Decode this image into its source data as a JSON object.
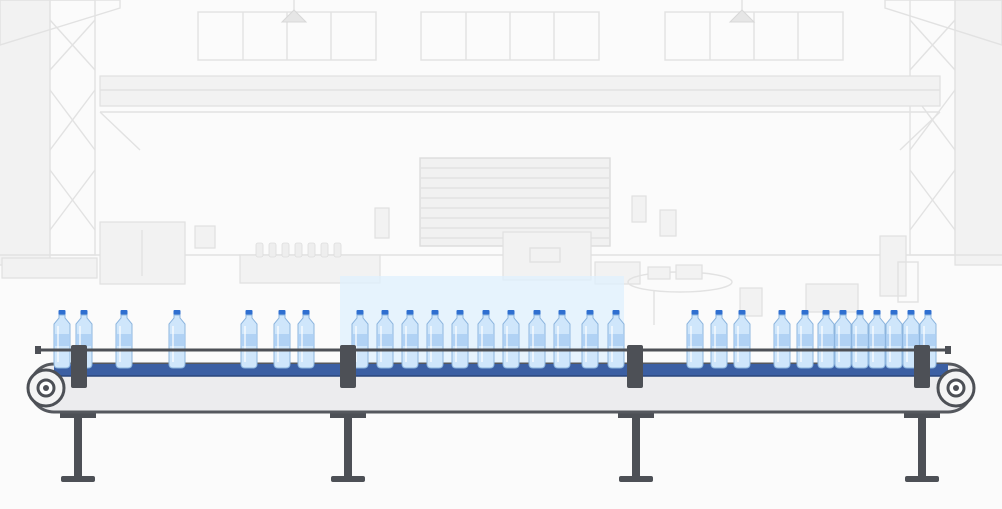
{
  "scene": {
    "title": "",
    "colors": {
      "belt": "#3b5fa3",
      "frame": "#4d5056",
      "bottle_water": "#cfe6fb",
      "bottle_cap": "#2f6fd0",
      "background": "#fbfbfb",
      "highlight_zone": "#dff0fd"
    },
    "highlight_zone": {
      "visible": true
    },
    "bottles": {
      "count": 33
    },
    "guide_posts": {
      "count": 4
    },
    "legs": {
      "count": 4
    },
    "rollers": {
      "count": 2
    }
  }
}
